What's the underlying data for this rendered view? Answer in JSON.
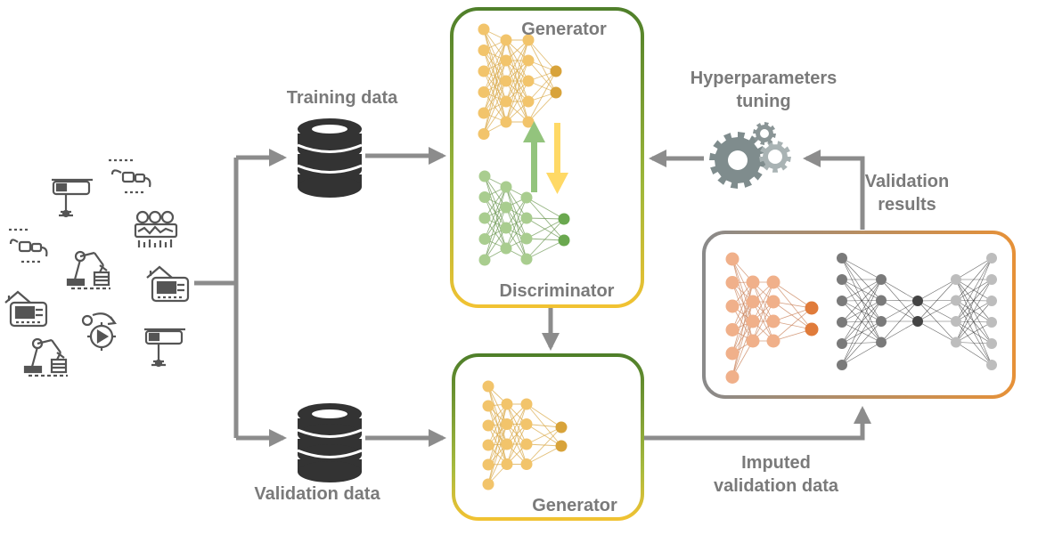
{
  "labels": {
    "training_data": "Training data",
    "validation_data": "Validation data",
    "generator_top": "Generator",
    "discriminator": "Discriminator",
    "generator_bottom": "Generator",
    "hyperparameters": "Hyperparameters\ntuning",
    "validation_results": "Validation\nresults",
    "imputed_validation": "Imputed\nvalidation data"
  },
  "colors": {
    "arrow": "#8c8c8c",
    "database": "#333333",
    "generator_node": "#f2c46b",
    "generator_edge": "#d9a94a",
    "generator_output": "#d8a33a",
    "discriminator_node": "#a9cd8f",
    "discriminator_edge": "#6f9a56",
    "discriminator_output": "#6aa84f",
    "orange_node": "#f0b08a",
    "orange_output": "#e07b3a",
    "autoencoder_dark": "#444444",
    "autoencoder_mid": "#7a7a7a",
    "autoencoder_light": "#bdbdbd",
    "box_green": "#4f7f2a",
    "box_yellow": "#f1c232",
    "box_orange": "#e69138",
    "box_gray": "#777777",
    "up_arrow": "#93c47d",
    "down_arrow": "#ffd966",
    "gear": "#7f8c8d",
    "icon": "#555555"
  },
  "icons": [
    "security-camera-icon",
    "plug-connector-icon",
    "plug-connector-icon",
    "robotic-arm-icon",
    "gauge-panel-icon",
    "smart-thermostat-icon",
    "smart-thermostat-icon",
    "gear-play-icon",
    "robotic-arm-icon",
    "security-camera-icon",
    "gears-icon"
  ]
}
